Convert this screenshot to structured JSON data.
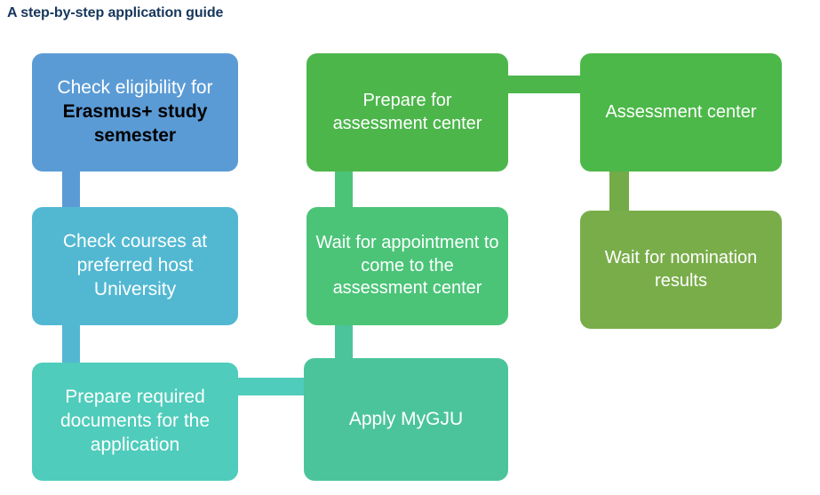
{
  "page": {
    "title": "A step-by-step application guide",
    "title_color": "#16365C",
    "background": "#ffffff"
  },
  "diagram": {
    "type": "flowchart",
    "columns": 3,
    "nodes": [
      {
        "id": "eligibility",
        "column": 1,
        "row": 1,
        "label": "Check eligibility for Erasmus+ study semester",
        "label_line_1": "Check eligibility for",
        "label_line_2": "Erasmus+ study",
        "label_line_3": "semester",
        "color": "#5B9BD5",
        "text_color_line_1": "#ffffff",
        "text_color_rest": "#000000"
      },
      {
        "id": "courses",
        "column": 1,
        "row": 2,
        "label": "Check courses at preferred host University",
        "color": "#52B8D2",
        "text_color": "#ffffff"
      },
      {
        "id": "documents",
        "column": 1,
        "row": 3,
        "label": "Prepare required documents for the application",
        "color": "#4FCCBB",
        "text_color": "#ffffff"
      },
      {
        "id": "prepare-assessment-center",
        "column": 2,
        "row": 1,
        "label": "Prepare for assessment center",
        "color": "#4CB64B",
        "text_color": "#ffffff"
      },
      {
        "id": "wait-appointment",
        "column": 2,
        "row": 2,
        "label": "Wait for appointment to come to the assessment center",
        "color": "#4BC478",
        "text_color": "#ffffff"
      },
      {
        "id": "apply-mygju",
        "column": 2,
        "row": 3,
        "label": "Apply MyGJU",
        "color": "#4BC49C",
        "text_color": "#ffffff"
      },
      {
        "id": "assessment-center",
        "column": 3,
        "row": 1,
        "label": "Assessment center",
        "color": "#4CB849",
        "text_color": "#ffffff"
      },
      {
        "id": "nomination-results",
        "column": 3,
        "row": 2,
        "label": "Wait for nomination results",
        "color": "#79AD4A",
        "text_color": "#ffffff"
      }
    ],
    "connectors": [
      {
        "id": "eligibility-to-courses",
        "from": "eligibility",
        "to": "courses",
        "orientation": "vertical",
        "color": "#5B9BD5"
      },
      {
        "id": "courses-to-documents",
        "from": "courses",
        "to": "documents",
        "orientation": "vertical",
        "color": "#52B8D2"
      },
      {
        "id": "documents-to-apply",
        "from": "documents",
        "to": "apply-mygju",
        "orientation": "horizontal",
        "color": "#4FCCBB"
      },
      {
        "id": "apply-to-wait",
        "from": "apply-mygju",
        "to": "wait-appointment",
        "orientation": "vertical",
        "color": "#4BC49C"
      },
      {
        "id": "wait-to-prepare",
        "from": "wait-appointment",
        "to": "prepare-assessment-center",
        "orientation": "vertical",
        "color": "#4BC478"
      },
      {
        "id": "prepare-to-assessment",
        "from": "prepare-assessment-center",
        "to": "assessment-center",
        "orientation": "horizontal",
        "color": "#4CB64B"
      },
      {
        "id": "assessment-to-nomination",
        "from": "assessment-center",
        "to": "nomination-results",
        "orientation": "vertical",
        "color": "#72AB48"
      }
    ]
  }
}
